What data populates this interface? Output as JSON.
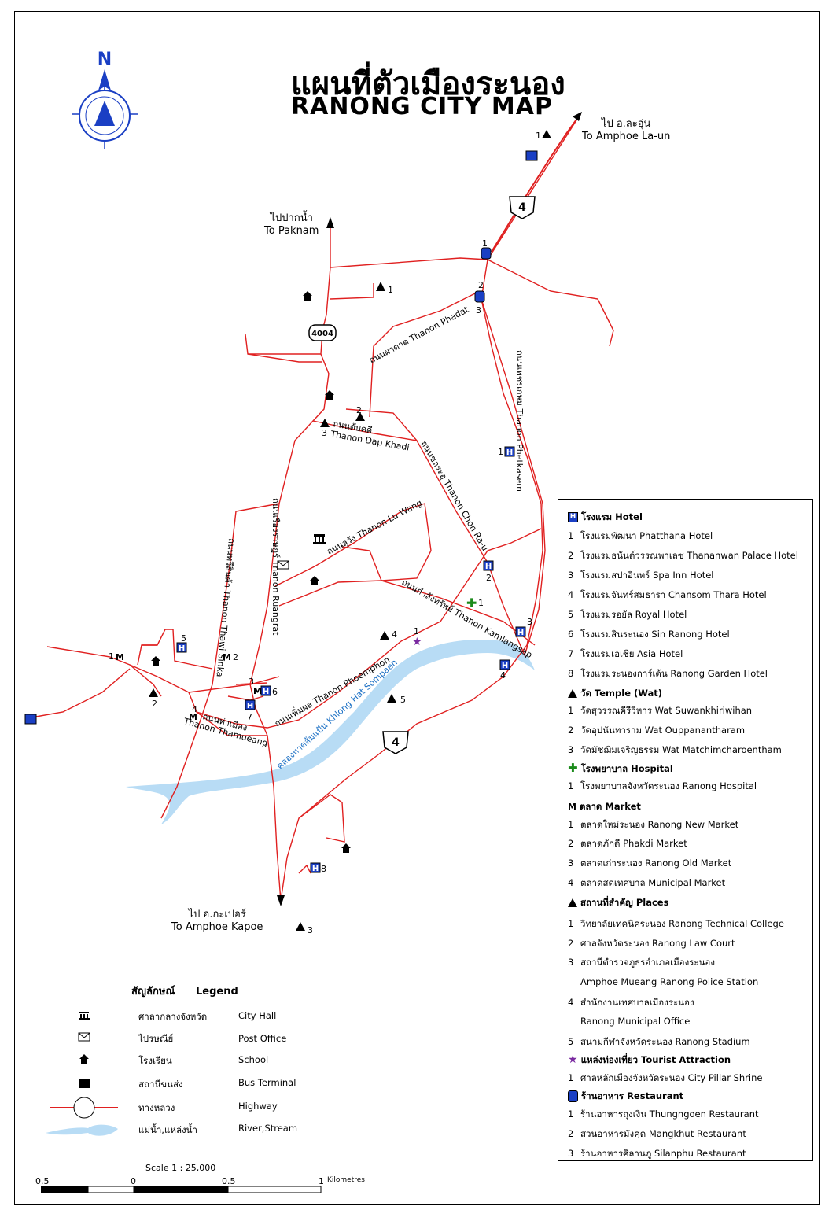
{
  "title_th": "แผนที่ตัวเมืองระนอง",
  "title_en": "RANONG CITY MAP",
  "compass": {
    "north": "N"
  },
  "destinations": {
    "la_un_th": "ไป อ.ละอุ่น",
    "la_un_en": "To Amphoe La-un",
    "paknam_th": "ไปปากน้ำ",
    "paknam_en": "To Paknam",
    "kapoe_th": "ไป อ.กะเปอร์",
    "kapoe_en": "To Amphoe Kapoe"
  },
  "highway_shields": [
    "4",
    "4",
    "4004"
  ],
  "road_labels": {
    "phadat": "ถนนผาดาด Thanon Phadat",
    "dap_khadi_th": "ถนนดับคดี",
    "dap_khadi_en": "Thanon Dap Khadi",
    "chon_ra_u": "ถนนชลระอุ Thanon Chon Ra-u",
    "lu_wang": "ถนนลุวัง Thanon Lu Wang",
    "phetkasem": "ถนนเพชรเกษม Thanon Phetkasem",
    "ruangrat": "ถนนเรืองราษฎร์ Thanon Ruangrat",
    "thawi_sinka": "ถนนทวีสินค้า Thanon Thawi Sinka",
    "kamlangsap": "ถนนกำลังทรัพย์ Thanon Kamlangsap",
    "phoemphon": "ถนนเพิ่มผล Thanon Phoemphon",
    "tha_mueang_th": "ถนนท่าเมือง",
    "tha_mueang_en": "Thanon Thamueang",
    "river": "คลองหาดส้มแป้น Khlong Hat Sompaen"
  },
  "map_markers": {
    "hotels": [
      "1",
      "2",
      "3",
      "4",
      "5",
      "6",
      "7",
      "8"
    ],
    "temples": [
      "1",
      "2",
      "3"
    ],
    "markets": [
      "1",
      "2",
      "3",
      "4"
    ],
    "places": [
      "1",
      "2",
      "3",
      "4",
      "5"
    ],
    "hospital": "1",
    "attraction": "1",
    "restaurants": [
      "1",
      "2",
      "3"
    ]
  },
  "legend_right": {
    "hotel_head": "โรงแรม Hotel",
    "hotels": [
      "โรงแรมพัฒนา Phatthana Hotel",
      "โรงแรมธนันต์วรรณพาเลซ Thananwan Palace Hotel",
      "โรงแรมสปาอินทร์ Spa Inn Hotel",
      "โรงแรมจันทร์สมธารา Chansom Thara Hotel",
      "โรงแรมรอยัล Royal Hotel",
      "โรงแรมสินระนอง Sin Ranong Hotel",
      "โรงแรมเอเชีย Asia Hotel",
      "โรงแรมระนองการ์เด้น Ranong Garden Hotel"
    ],
    "temple_head": "วัด  Temple (Wat)",
    "temples": [
      "วัดสุวรรณคีรีวิหาร Wat Suwankhiriwihan",
      "วัดอุปนันทาราม Wat Ouppanantharam",
      "วัดมัชฌิมเจริญธรรม Wat Matchimcharoentham"
    ],
    "hospital_head": "โรงพยาบาล  Hospital",
    "hospitals": [
      "โรงพยาบาลจังหวัดระนอง Ranong Hospital"
    ],
    "market_head": "ตลาด   Market",
    "markets": [
      "ตลาดใหม่ระนอง Ranong New Market",
      "ตลาดภักดี Phakdi Market",
      "ตลาดเก่าระนอง Ranong Old Market",
      "ตลาดสดเทศบาล Municipal Market"
    ],
    "places_head": "สถานที่สำคัญ  Places",
    "places": [
      "วิทยาลัยเทคนิคระนอง Ranong Technical College",
      "ศาลจังหวัดระนอง Ranong Law Court",
      "สถานีตำรวจภูธรอำเภอเมืองระนอง",
      "Amphoe Mueang Ranong Police Station",
      "สำนักงานเทศบาลเมืองระนอง",
      "Ranong Municipal Office",
      "สนามกีฬาจังหวัดระนอง Ranong Stadium"
    ],
    "attraction_head": "แหล่งท่องเที่ยว  Tourist Attraction",
    "attractions": [
      "ศาลหลักเมืองจังหวัดระนอง City Pillar Shrine"
    ],
    "restaurant_head": "ร้านอาหาร  Restaurant",
    "restaurants": [
      "ร้านอาหารถุงเงิน Thungngoen Restaurant",
      "สวนอาหารมังคุด Mangkhut Restaurant",
      "ร้านอาหารศิลานภู Silanphu Restaurant"
    ]
  },
  "legend_left": {
    "title_th": "สัญลักษณ์",
    "title_en": "Legend",
    "rows": [
      {
        "th": "ศาลากลางจังหวัด",
        "en": "City Hall",
        "icon": "city-hall-icon"
      },
      {
        "th": "ไปรษณีย์",
        "en": "Post Office",
        "icon": "post-office-icon"
      },
      {
        "th": "โรงเรียน",
        "en": "School",
        "icon": "school-icon"
      },
      {
        "th": "สถานีขนส่ง",
        "en": "Bus Terminal",
        "icon": "bus-terminal-icon"
      },
      {
        "th": "ทางหลวง",
        "en": "Highway",
        "icon": "highway-icon"
      },
      {
        "th": "แม่น้ำ,แหล่งน้ำ",
        "en": "River,Stream",
        "icon": "river-icon"
      }
    ]
  },
  "scale": {
    "text": "Scale  1  :  25,000",
    "ticks": [
      "0.5",
      "0",
      "0.5",
      "1"
    ],
    "unit": "Kilometres"
  },
  "colors": {
    "road": "#e02020",
    "river": "#b8dcf5",
    "river_text": "#1a6fc4",
    "hotel": "#1a3fc4",
    "hospital": "#1a8a1a",
    "star": "#7a2aa0"
  }
}
